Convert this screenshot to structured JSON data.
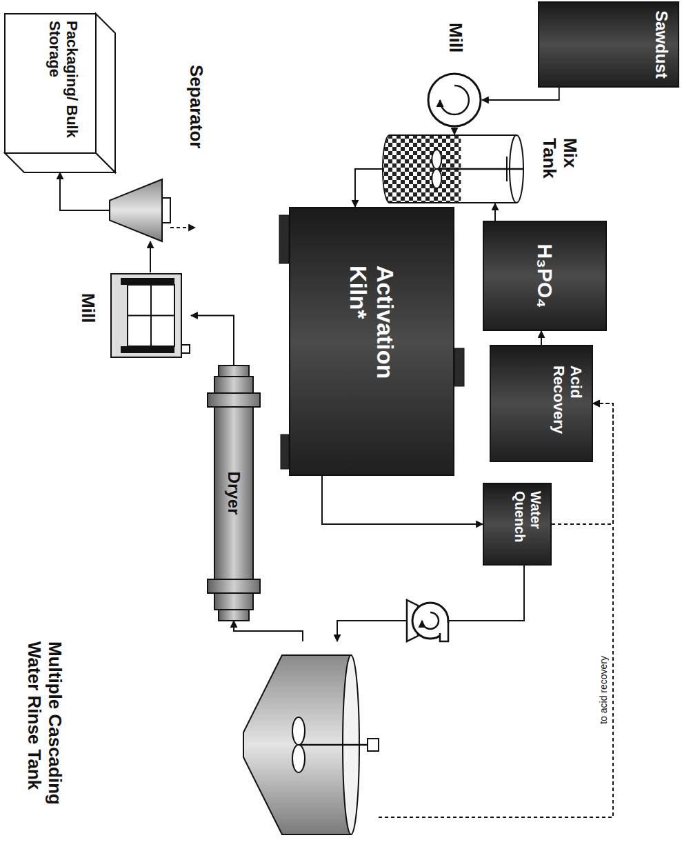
{
  "diagram": {
    "nodes": [
      {
        "text": [
          "Sawdust"
        ]
      },
      {
        "text": [
          "Mill"
        ]
      },
      {
        "text": [
          "Mix Tank"
        ]
      },
      {
        "text": [
          "H₃PO₄"
        ]
      },
      {
        "text": [
          "Acid Recovery"
        ]
      },
      {
        "text": [
          "Activation Kiln*"
        ]
      },
      {
        "text": [
          "Water Quench"
        ]
      },
      {
        "text": [
          "Multiple Cascading Water Rinse Tank"
        ]
      },
      {
        "text": [
          "Dryer"
        ]
      },
      {
        "text": [
          "Mill"
        ]
      },
      {
        "text": [
          "Separator"
        ]
      },
      {
        "text": [
          "Packaging/ Bulk Storage"
        ]
      }
    ],
    "edges": [
      {
        "from": 0,
        "to": 1,
        "arrow": "to"
      },
      {
        "from": 1,
        "to": 2,
        "arrow": "to"
      },
      {
        "from": 3,
        "to": 2,
        "arrow": "to"
      },
      {
        "from": 4,
        "to": 3,
        "arrow": "to"
      },
      {
        "from": 2,
        "to": 5,
        "arrow": "to"
      },
      {
        "from": 5,
        "to": 6,
        "arrow": "to"
      },
      {
        "from": 6,
        "to": 7,
        "arrow": "to"
      },
      {
        "from": 7,
        "to": 8,
        "arrow": "to"
      },
      {
        "from": 8,
        "to": 9,
        "arrow": "to"
      },
      {
        "from": 9,
        "to": 10,
        "arrow": "to"
      },
      {
        "from": 10,
        "to": 11,
        "arrow": "to"
      },
      {
        "from": 6,
        "to": 4,
        "arrow": "to"
      },
      {
        "from": 7,
        "to": 4,
        "label": "to acid recovery",
        "arrow": "to"
      }
    ]
  }
}
